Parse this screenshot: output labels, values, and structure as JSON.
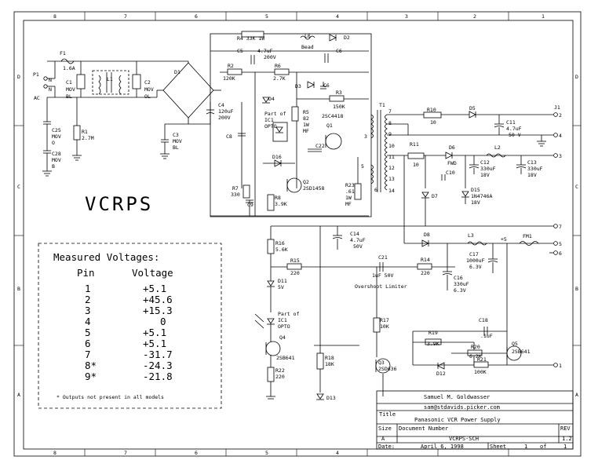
{
  "schematic": {
    "heading": "VCRPS",
    "border_letters": [
      "D",
      "C",
      "B",
      "A"
    ],
    "border_numbers": [
      "8",
      "7",
      "6",
      "5",
      "4",
      "3",
      "2",
      "1"
    ],
    "labels": {
      "F1": "F1",
      "F1v": "1.6A",
      "P1": "P1",
      "N1": "N",
      "N2": "N",
      "AC": "AC",
      "C1": "C1",
      "C1b": "MOV",
      "C1c": "BL",
      "L1": "L1",
      "C2": "C2",
      "C2b": "MOV",
      "C2c": "OL",
      "D1": "D1",
      "C3": "C3",
      "C3b": "MOV",
      "C3c": "BL",
      "C25": "C25",
      "C25b": "MOV",
      "C25c": "O",
      "C28": "C28",
      "C28b": "MOV",
      "C28c": "B",
      "R1": "R1",
      "R1v": "2.7M",
      "R4": "R4 33K 1W",
      "L6": "L6",
      "L6v": "Bead",
      "D2": "D2",
      "C5": "C5",
      "C5v": "4.7uF",
      "C5w": "200V",
      "C6a": "C6",
      "R2": "R2",
      "R2v": "120K",
      "R6": "R6",
      "R6v": "2.7K",
      "D3": "D3",
      "C6b": "C6",
      "R3": "R3",
      "R3v": "150K",
      "T1": "T1",
      "C4": "C4",
      "C4v": "120uF",
      "C4w": "200V",
      "D4": "D4",
      "Part1": "Part of",
      "IC1": "IC1",
      "OPTO": "OPTO",
      "R5": "R5",
      "R5v": "82",
      "R5w": "1W",
      "R5x": "MF",
      "Q1": "Q1",
      "Q1v": "2SC4418",
      "C8": "C8",
      "C22": "C22",
      "D16": "D16",
      "R7": "R7",
      "R7v": "330",
      "C9": "C9",
      "R8": "R8",
      "R8v": "3.9K",
      "Q2": "Q2",
      "Q2v": "2SD1458",
      "R23": "R23",
      "R23v": ".61",
      "R23w": "1W",
      "R23x": "MF",
      "P3": "3",
      "P5": "5",
      "P6": "6",
      "P7": "7",
      "P8": "8",
      "P9": "9",
      "P10": "10",
      "P11": "11",
      "P12": "12",
      "P13": "13",
      "P14": "14",
      "R10": "R10",
      "R10v": "10",
      "D5": "D5",
      "J1": "J1",
      "C11": "C11",
      "C11v": "4.7uF",
      "C11w": "50 V",
      "R11": "R11",
      "R11v": "10",
      "D6": "D6",
      "D6v": "FWD",
      "L2": "L2",
      "C12": "C12",
      "C12v": "330uF",
      "C12w": "18V",
      "C13": "C13",
      "C13v": "330uF",
      "C13w": "18V",
      "C10": "C10",
      "D15": "D15",
      "D15v": "1N4746A",
      "D15w": "18V",
      "D7": "D7",
      "D8": "D8",
      "L3": "L3",
      "plus5": "+5",
      "FM1": "FM1",
      "C17": "C17",
      "C17v": "1000uF",
      "C17w": "6.3V",
      "C16": "C16",
      "C16v": "330uF",
      "C16w": "6.3V",
      "R16": "R16",
      "R16v": "5.6K",
      "C14": "C14",
      "C14v": "4.7uF",
      "C14w": "50V",
      "R15": "R15",
      "R15v": "220",
      "C21": "C21",
      "C21v": "1uF 50V",
      "R14": "R14",
      "R14v": "220",
      "OL": "Overshoot Limiter",
      "D11": "D11",
      "D11v": "5V",
      "Part2": "Part of",
      "IC1b": "IC1",
      "OPTO2": "OPTO",
      "Q4": "Q4",
      "Q4v": "2SB641",
      "R22": "R22",
      "R22v": "220",
      "R17": "R17",
      "R17v": "10K",
      "R18": "R18",
      "R18v": "18K",
      "D13": "D13",
      "Q3": "Q3",
      "Q3v": "2SD636",
      "R19": "R19",
      "R19v": "3.9K",
      "D12": "D12",
      "C18": "C18",
      "C18v": ".1uF",
      "R20": "R20",
      "R20v": "6.2K",
      "R21": "R21",
      "R21v": "100K",
      "Q5": "Q5",
      "Q5v": "2SB641",
      "o1": "1",
      "o2": "2",
      "o3": "3",
      "o4": "4",
      "o5": "5",
      "o6": "6",
      "o7": "7"
    }
  },
  "measured": {
    "title": "Measured Voltages:",
    "col_pin": "Pin",
    "col_voltage": "Voltage",
    "rows": [
      {
        "pin": "1",
        "voltage": "+5.1"
      },
      {
        "pin": "2",
        "voltage": "+45.6"
      },
      {
        "pin": "3",
        "voltage": "+15.3"
      },
      {
        "pin": "4",
        "voltage": "0"
      },
      {
        "pin": "5",
        "voltage": "+5.1"
      },
      {
        "pin": "6",
        "voltage": "+5.1"
      },
      {
        "pin": "7",
        "voltage": "-31.7"
      },
      {
        "pin": "8*",
        "voltage": "-24.3"
      },
      {
        "pin": "9*",
        "voltage": "-21.8"
      }
    ],
    "footnote": "* Outputs not present in all models"
  },
  "title_block": {
    "author": "Samuel M. Goldwasser",
    "email": "sam@stdavids.picker.com",
    "title_label": "Title",
    "title": "Panasonic VCR Power Supply",
    "size_label": "Size",
    "doc_label": "Document Number",
    "rev_label": "REV",
    "size": "A",
    "doc_number": "VCRPS-SCH",
    "rev": "1.2",
    "date_label": "Date:",
    "date": "April  6, 1998",
    "sheet_label": "Sheet",
    "sheet_num": "1",
    "of_label": "of",
    "sheet_total": "1"
  }
}
